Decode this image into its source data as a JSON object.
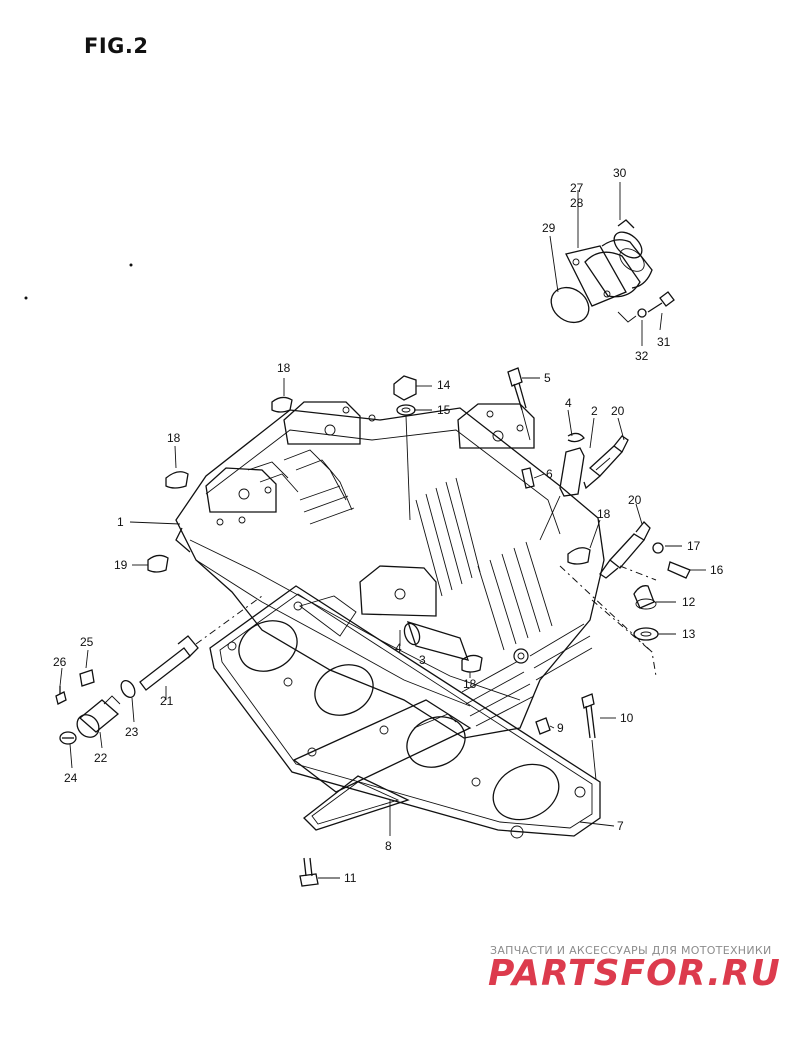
{
  "figure": {
    "title": "FIG.2"
  },
  "callouts": [
    {
      "id": "c30",
      "text": "30"
    },
    {
      "id": "c27",
      "text": "27"
    },
    {
      "id": "c28",
      "text": "28"
    },
    {
      "id": "c29",
      "text": "29"
    },
    {
      "id": "c31",
      "text": "31"
    },
    {
      "id": "c32",
      "text": "32"
    },
    {
      "id": "c18a",
      "text": "18"
    },
    {
      "id": "c14",
      "text": "14"
    },
    {
      "id": "c15",
      "text": "15"
    },
    {
      "id": "c5",
      "text": "5"
    },
    {
      "id": "c4a",
      "text": "4"
    },
    {
      "id": "c2",
      "text": "2"
    },
    {
      "id": "c20a",
      "text": "20"
    },
    {
      "id": "c18b",
      "text": "18"
    },
    {
      "id": "c6",
      "text": "6"
    },
    {
      "id": "c1",
      "text": "1"
    },
    {
      "id": "c20b",
      "text": "20"
    },
    {
      "id": "c18c",
      "text": "18"
    },
    {
      "id": "c17",
      "text": "17"
    },
    {
      "id": "c19",
      "text": "19"
    },
    {
      "id": "c16",
      "text": "16"
    },
    {
      "id": "c12",
      "text": "12"
    },
    {
      "id": "c13",
      "text": "13"
    },
    {
      "id": "c25",
      "text": "25"
    },
    {
      "id": "c4b",
      "text": "4"
    },
    {
      "id": "c3",
      "text": "3"
    },
    {
      "id": "c26",
      "text": "26"
    },
    {
      "id": "c18d",
      "text": "18"
    },
    {
      "id": "c21",
      "text": "21"
    },
    {
      "id": "c23",
      "text": "23"
    },
    {
      "id": "c10",
      "text": "10"
    },
    {
      "id": "c9",
      "text": "9"
    },
    {
      "id": "c22",
      "text": "22"
    },
    {
      "id": "c24",
      "text": "24"
    },
    {
      "id": "c7",
      "text": "7"
    },
    {
      "id": "c8",
      "text": "8"
    },
    {
      "id": "c11",
      "text": "11"
    }
  ],
  "watermark": {
    "caption": "ЗАПЧАСТИ И АКСЕССУАРЫ ДЛЯ МОТОТЕХНИКИ",
    "logo_main": "PARTSFOR",
    "logo_tld": ".RU"
  }
}
